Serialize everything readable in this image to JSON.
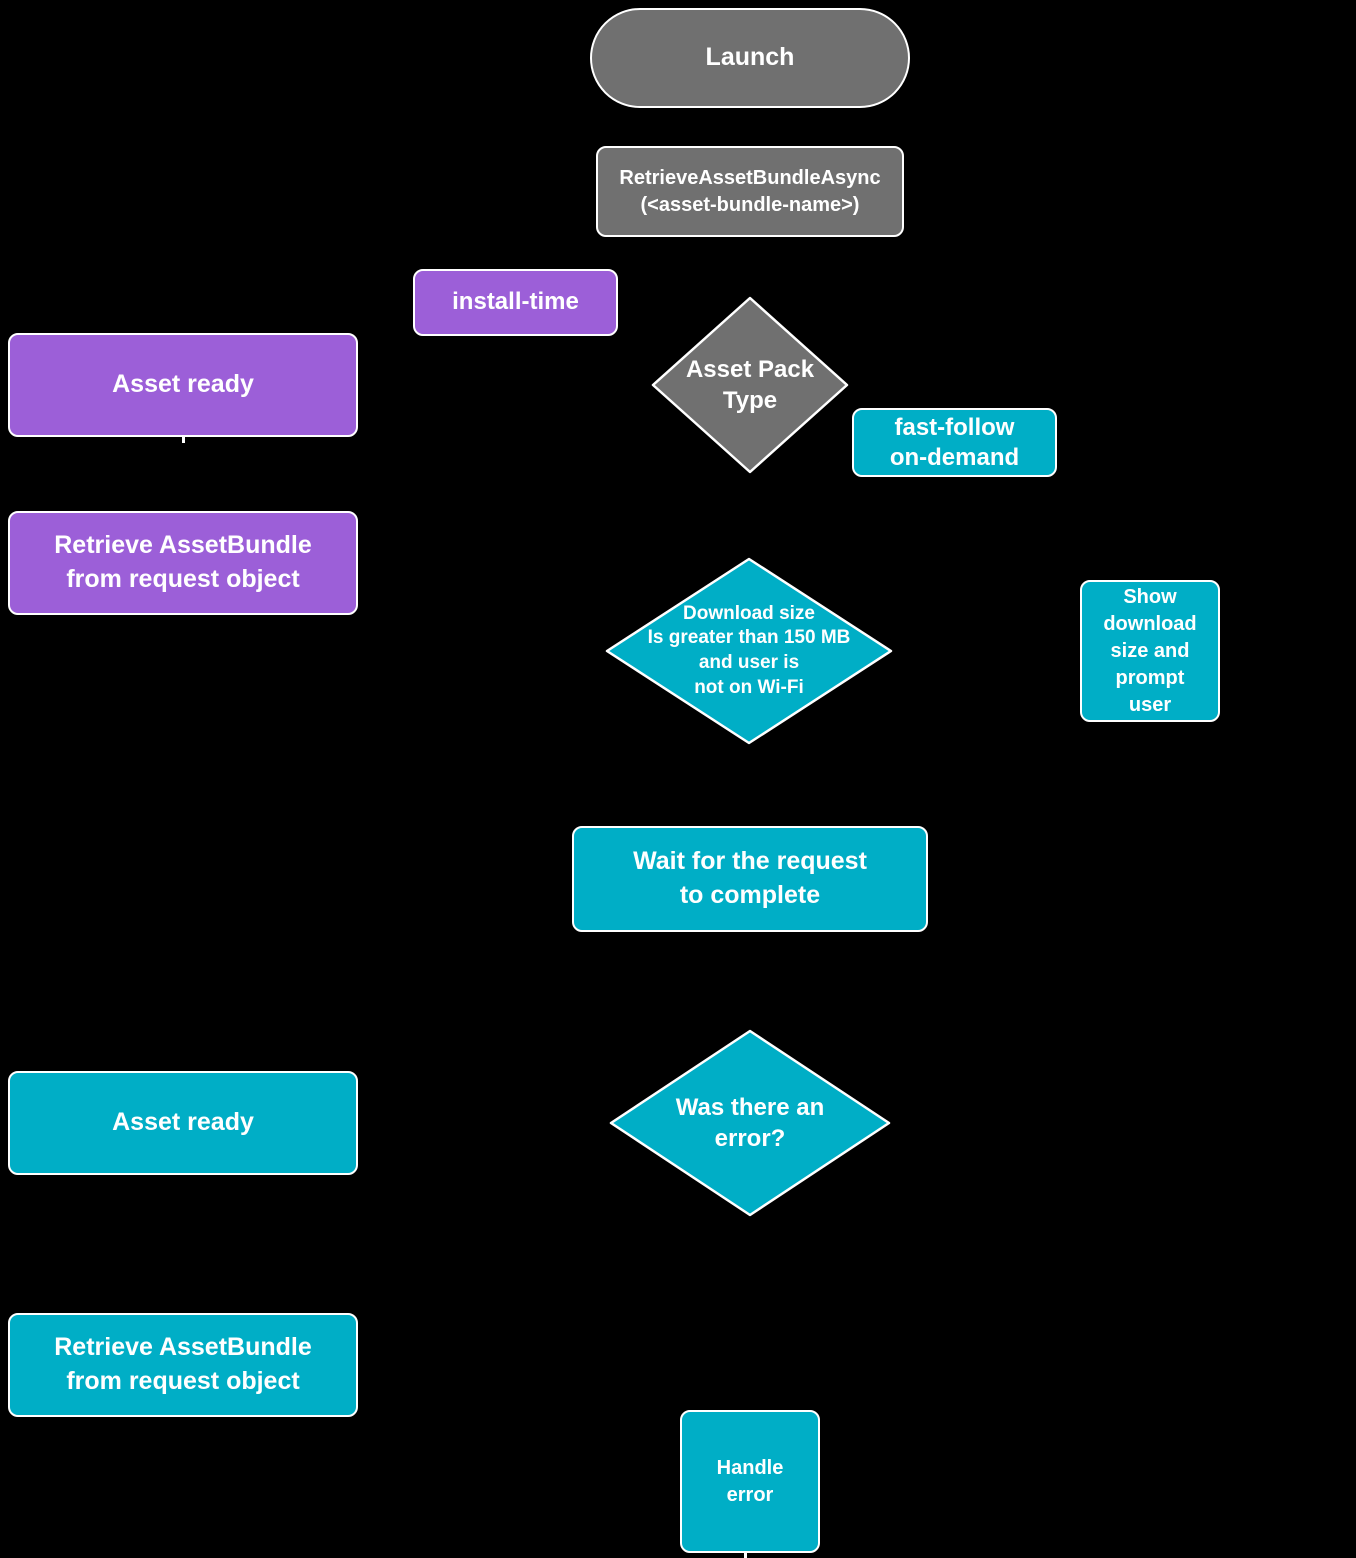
{
  "colors": {
    "background": "#000000",
    "gray": "#707070",
    "purple": "#9c5fd8",
    "teal": "#00aec6",
    "border": "#ffffff",
    "text": "#ffffff"
  },
  "nodes": {
    "launch": {
      "label": "Launch"
    },
    "retrieve_async": {
      "label": "RetrieveAssetBundleAsync\n(<asset-bundle-name>)"
    },
    "install_time_branch": {
      "label": "install-time"
    },
    "asset_pack_type": {
      "label": "Asset Pack\nType"
    },
    "asset_ready_install": {
      "label": "Asset ready"
    },
    "fast_follow_branch": {
      "label": "fast-follow\non-demand"
    },
    "retrieve_bundle_install": {
      "label": "Retrieve AssetBundle\nfrom request object"
    },
    "download_size_check": {
      "label": "Download size\nIs greater than 150 MB\nand user is\nnot on Wi-Fi"
    },
    "show_download_prompt": {
      "label": "Show\ndownload\nsize and\nprompt\nuser"
    },
    "wait_for_request": {
      "label": "Wait for the request\nto complete"
    },
    "was_there_error": {
      "label": "Was there an\nerror?"
    },
    "asset_ready_ondemand": {
      "label": "Asset ready"
    },
    "retrieve_bundle_ondemand": {
      "label": "Retrieve AssetBundle\nfrom request object"
    },
    "handle_error": {
      "label": "Handle\nerror"
    }
  }
}
